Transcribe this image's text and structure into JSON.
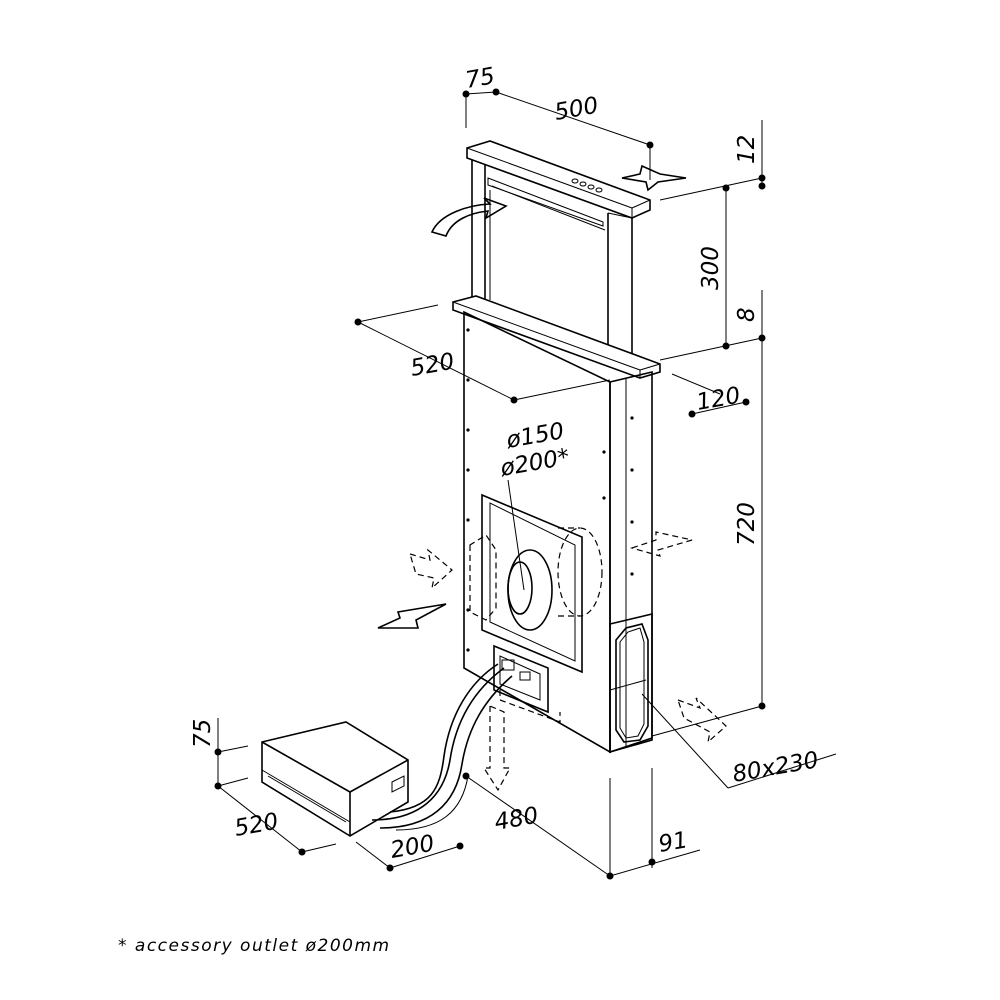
{
  "dimensions": {
    "top_offset": "75",
    "width": "500",
    "cap_thickness": "12",
    "lift_height": "300",
    "base_thickness": "8",
    "body_width": "520",
    "depth": "120",
    "duct": "ø150",
    "duct_accessory": "ø200*",
    "body_height": "720",
    "side_outlet": "80x230",
    "motor_height": "75",
    "motor_width": "520",
    "motor_depth": "200",
    "cable_length": "480",
    "bottom_offset": "91"
  },
  "footnote": "* accessory outlet ø200mm"
}
